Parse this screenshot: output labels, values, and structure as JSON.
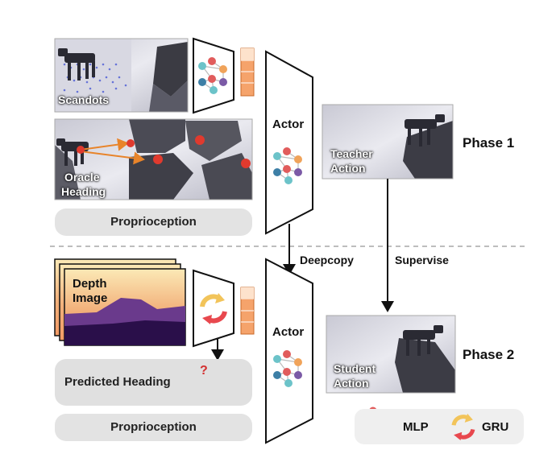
{
  "phase1": {
    "scandots_label": "Scandots",
    "oracle_label_1": "Oracle",
    "oracle_label_2": "Heading",
    "proprioception": "Proprioception",
    "actor": "Actor",
    "teacher_label_1": "Teacher",
    "teacher_label_2": "Action",
    "phase": "Phase 1"
  },
  "transition": {
    "deepcopy": "Deepcopy",
    "supervise": "Supervise"
  },
  "phase2": {
    "depth_label_1": "Depth",
    "depth_label_2": "Image",
    "predicted_heading": "Predicted Heading",
    "question_mark": "?",
    "proprioception": "Proprioception",
    "actor": "Actor",
    "student_label_1": "Student",
    "student_label_2": "Action",
    "phase": "Phase 2"
  },
  "legend": {
    "mlp": "MLP",
    "gru": "GRU"
  },
  "colors": {
    "token": "#f5a36b",
    "pill": "#e3e3e3",
    "mlp_nodes": [
      "#e15c5c",
      "#3d7fa6",
      "#6cc3c9",
      "#f0a35a",
      "#7b5aa6"
    ],
    "gru_arrows": [
      "#e8484e",
      "#f2c45a"
    ]
  }
}
